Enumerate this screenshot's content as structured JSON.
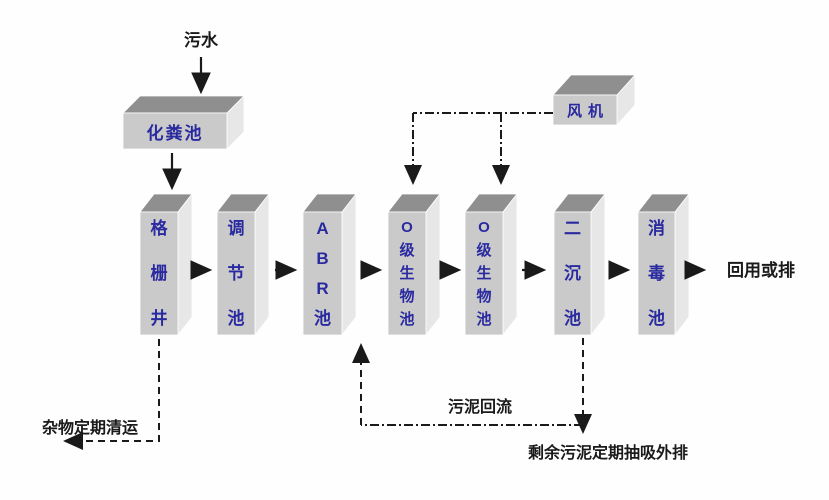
{
  "colors": {
    "label-blue": "#2a2aa0",
    "line-black": "#1a1a1a",
    "box-front": "#cacaca",
    "box-top": "#8f8f8f",
    "box-side": "#e7e7e7"
  },
  "nodes": {
    "influent": "污水",
    "septic_tank": "化粪池",
    "blower": "风机",
    "effluent": "回用或排"
  },
  "tanks": [
    {
      "label": "格栅井"
    },
    {
      "label": "调节池"
    },
    {
      "label": "ABR池"
    },
    {
      "label": "O级生物池"
    },
    {
      "label": "O级生物池"
    },
    {
      "label": "二沉池"
    },
    {
      "label": "消毒池"
    }
  ],
  "annotations": {
    "debris": "杂物定期清运",
    "sludge_return": "污泥回流",
    "excess_sludge": "剩余污泥定期抽吸外排"
  }
}
